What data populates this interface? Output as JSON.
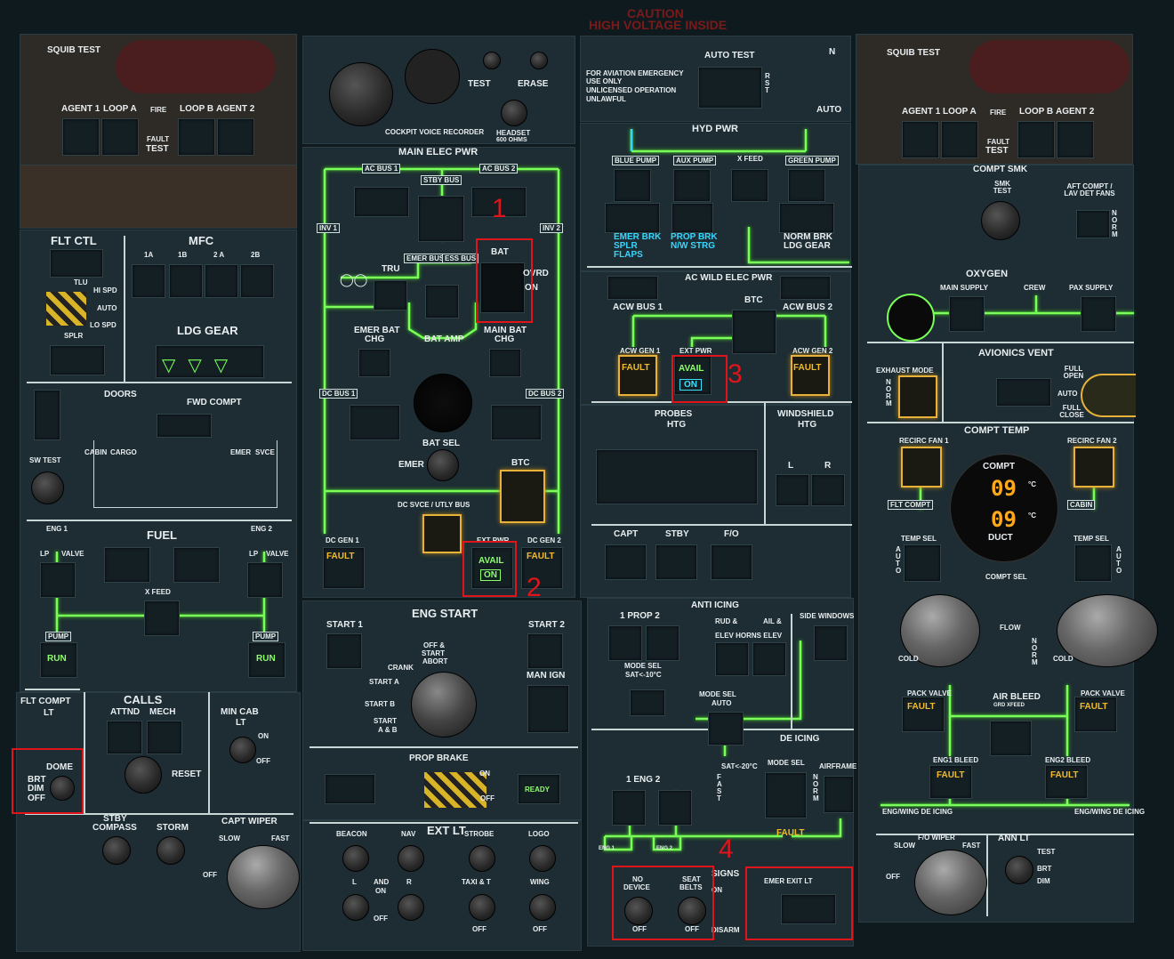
{
  "caution": {
    "line1": "CAUTION",
    "line2": "HIGH VOLTAGE INSIDE"
  },
  "fire_left": {
    "squib": "SQUIB  TEST",
    "agent1": "AGENT 1",
    "loopa": "LOOP A",
    "fire": "FIRE",
    "loopb": "LOOP B",
    "agent2": "AGENT 2",
    "fault": "FAULT",
    "test": "TEST"
  },
  "cvr": {
    "test": "TEST",
    "erase": "ERASE",
    "label": "COCKPIT VOICE RECORDER",
    "headset": "HEADSET",
    "ohms": "600 OHMS"
  },
  "elt": {
    "auto_test": "AUTO  TEST",
    "n": "N",
    "rst": "R S T",
    "auto": "AUTO",
    "note1": "FOR AVIATION EMERGENCY",
    "note2": "USE ONLY",
    "note3": "UNLICENSED OPERATION",
    "note4": "UNLAWFUL"
  },
  "fire_right": {
    "squib": "SQUIB  TEST",
    "agent1": "AGENT 1",
    "loopa": "LOOP A",
    "fire": "FIRE",
    "loopb": "LOOP B",
    "agent2": "AGENT 2",
    "fault": "FAULT",
    "test": "TEST",
    "smk": "COMPT SMK",
    "smk_test": "SMK TEST",
    "aft": "AFT COMPT / LAV DET FANS",
    "norm": "N O R M"
  },
  "main_elec": {
    "title": "MAIN ELEC PWR",
    "acbus1": "AC BUS 1",
    "acbus2": "AC BUS 2",
    "stby": "STBY BUS",
    "inv1": "INV 1",
    "inv2": "INV 2",
    "emer": "EMER BUS",
    "ess": "ESS BUS",
    "bat": "BAT",
    "ovrd": "OVRD",
    "on": "ON",
    "tru": "TRU",
    "emerbat": "EMER BAT",
    "chg": "CHG",
    "batamp": "BAT AMP",
    "mainbat": "MAIN BAT",
    "mainchg": "CHG",
    "dcbus1": "DC BUS 1",
    "dcbus2": "DC BUS 2",
    "batsel": "BAT SEL",
    "emer_lbl": "EMER",
    "btc": "BTC",
    "dcsvce": "DC SVCE / UTLY BUS",
    "dcgen1": "DC GEN 1",
    "dcgen2": "DC GEN 2",
    "extpwr": "EXT PWR",
    "fault": "FAULT",
    "avail": "AVAIL",
    "on_lbl": "ON"
  },
  "hyd": {
    "title": "HYD PWR",
    "blue": "BLUE PUMP",
    "aux": "AUX PUMP",
    "xfeed": "X FEED",
    "green": "GREEN PUMP",
    "emer": "EMER BRK",
    "splr": "SPLR",
    "flaps": "FLAPS",
    "prop": "PROP BRK",
    "nw": "N/W STRG",
    "norm": "NORM BRK",
    "ldg": "LDG GEAR"
  },
  "acwild": {
    "title": "AC WILD ELEC PWR",
    "bus1": "ACW BUS 1",
    "btc": "BTC",
    "bus2": "ACW BUS 2",
    "gen1": "ACW GEN 1",
    "ext": "EXT PWR",
    "gen2": "ACW GEN 2",
    "fault": "FAULT",
    "avail": "AVAIL",
    "on": "ON"
  },
  "oxygen": {
    "title": "OXYGEN",
    "main": "MAIN SUPPLY",
    "crew": "CREW",
    "pax": "PAX SUPPLY"
  },
  "avionics": {
    "title": "AVIONICS VENT",
    "exhaust": "EXHAUST MODE",
    "norm": "N O R M",
    "full_open": "FULL OPEN",
    "auto": "AUTO",
    "full_close": "FULL CLOSE"
  },
  "flt_ctl": {
    "title": "FLT CTL",
    "mfc": "MFC",
    "a1": "1A",
    "b1": "1B",
    "a2": "2 A",
    "b2": "2B",
    "tlu": "TLU",
    "hispd": "HI SPD",
    "auto": "AUTO",
    "lospd": "LO SPD",
    "splr": "SPLR"
  },
  "ldg": {
    "title": "LDG GEAR"
  },
  "doors": {
    "title": "DOORS",
    "fwd": "FWD COMPT",
    "swtest": "SW TEST",
    "cabin": "CABIN",
    "cargo": "CARGO",
    "emer": "EMER",
    "svce": "SVCE"
  },
  "fuel": {
    "title": "FUEL",
    "eng1": "ENG 1",
    "eng2": "ENG 2",
    "lp1": "LP",
    "valve1": "VALVE",
    "lp2": "LP",
    "valve2": "VALVE",
    "xfeed": "X FEED",
    "pump": "PUMP",
    "run": "RUN"
  },
  "probes": {
    "title1": "PROBES",
    "title2": "HTG",
    "wind1": "WINDSHIELD",
    "wind2": "HTG",
    "l": "L",
    "r": "R",
    "capt": "CAPT",
    "stby": "STBY",
    "fo": "F/O"
  },
  "compt_temp": {
    "title": "COMPT TEMP",
    "fan1": "RECIRC FAN 1",
    "fan2": "RECIRC FAN 2",
    "compt": "COMPT",
    "duct": "DUCT",
    "t1": "09",
    "t2": "09",
    "unit": "°C",
    "flt": "FLT COMPT",
    "cabin": "CABIN",
    "tsel": "TEMP SEL",
    "auto": "A U T O",
    "comptsel": "COMPT SEL",
    "flow": "FLOW",
    "cold": "COLD",
    "norm": "N O R M"
  },
  "bleed": {
    "pv": "PACK VALVE",
    "fault": "FAULT",
    "air": "AIR BLEED",
    "grd": "GRD XFEED",
    "eb1": "ENG1 BLEED",
    "eb2": "ENG2 BLEED",
    "deice": "ENG/WING DE ICING"
  },
  "fcomp": {
    "title1": "FLT COMPT",
    "title2": "LT",
    "dome": "DOME",
    "brt": "BRT",
    "dim": "DIM",
    "off": "OFF"
  },
  "calls": {
    "title": "CALLS",
    "attnd": "ATTND",
    "mech": "MECH",
    "reset": "RESET"
  },
  "mincab": {
    "title1": "MIN CAB",
    "title2": "LT",
    "on": "ON",
    "off": "OFF"
  },
  "eng_start": {
    "title": "ENG START",
    "start1": "START 1",
    "start2": "START 2",
    "off": "OFF &",
    "start": "START",
    "abort": "ABORT",
    "crank": "CRANK",
    "sa": "START A",
    "sb": "START B",
    "sab": "START",
    "ab": "A & B",
    "manign": "MAN IGN"
  },
  "prop_brake": {
    "title": "PROP BRAKE",
    "on": "ON",
    "off": "OFF",
    "ready": "READY"
  },
  "ext_lt": {
    "title": "EXT LT",
    "beacon": "BEACON",
    "nav": "NAV",
    "strobe": "STROBE",
    "logo": "LOGO",
    "l": "L",
    "and": "AND",
    "on": "ON",
    "r": "R",
    "taxi": "TAXI & T",
    "wing": "WING",
    "off": "OFF"
  },
  "anti_ice": {
    "title": "ANTI ICING",
    "prop": "1  PROP  2",
    "rud": "RUD &",
    "ail": "AIL &",
    "horns": "ELEV HORNS ELEV",
    "side": "SIDE WINDOWS",
    "modesel": "MODE SEL",
    "sat": "SAT<-10°C",
    "modesel2": "MODE SEL",
    "auto": "AUTO"
  },
  "deice": {
    "title": "DE ICING",
    "sat": "SAT<-20°C",
    "modesel": "MODE SEL",
    "airframe": "AIRFRAME",
    "fast": "F A S T",
    "norm": "N O R M",
    "eng": "1  ENG  2",
    "fault": "FAULT",
    "eng1": "ENG 1",
    "eng2": "ENG 2"
  },
  "signs": {
    "title": "SIGNS",
    "nodev": "NO",
    "device": "DEVICE",
    "seat": "SEAT",
    "belts": "BELTS",
    "off": "OFF",
    "on": "ON",
    "disarm": "DISARM",
    "emerexit": "EMER EXIT LT"
  },
  "standby": {
    "stby": "STBY",
    "compass": "COMPASS",
    "storm": "STORM",
    "capt_wiper": "CAPT WIPER",
    "slow": "SLOW",
    "fast": "FAST",
    "off": "OFF",
    "fo_wiper": "F/O WIPER",
    "ann": "ANN LT",
    "test": "TEST",
    "brt": "BRT",
    "dim": "DIM"
  },
  "markers": {
    "m1": "1",
    "m2": "2",
    "m3": "3",
    "m4": "4"
  }
}
